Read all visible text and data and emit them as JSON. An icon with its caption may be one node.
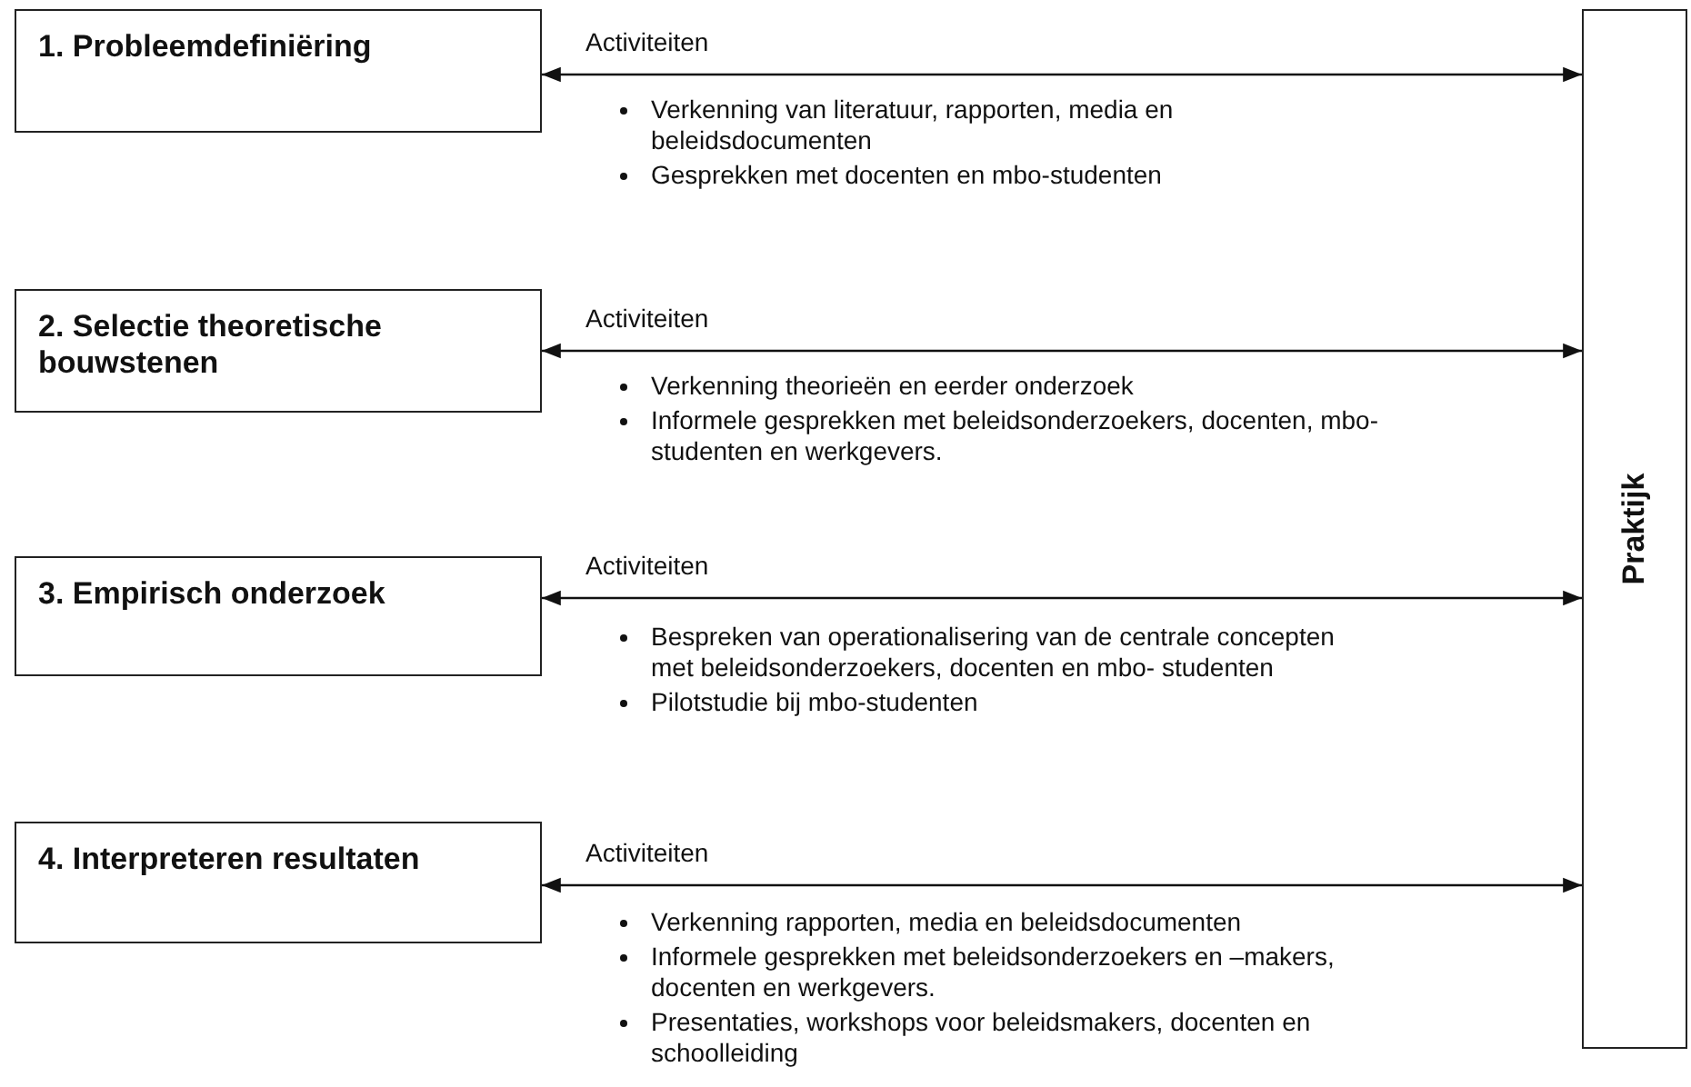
{
  "diagram": {
    "nodes": [
      {
        "text": [
          "1. Probleemdefiniëring"
        ]
      },
      {
        "text": [
          "2. Selectie theoretische bouwstenen"
        ]
      },
      {
        "text": [
          "3. Empirisch onderzoek"
        ]
      },
      {
        "text": [
          "4. Interpreteren resultaten"
        ]
      },
      {
        "text": [
          "Praktijk"
        ]
      }
    ],
    "edges": [
      {
        "from": 0,
        "to": 4,
        "arrow": "both",
        "label": "Activiteiten"
      },
      {
        "from": 1,
        "to": 4,
        "arrow": "both",
        "label": "Activiteiten"
      },
      {
        "from": 2,
        "to": 4,
        "arrow": "both",
        "label": "Activiteiten"
      },
      {
        "from": 3,
        "to": 4,
        "arrow": "both",
        "label": "Activiteiten"
      }
    ],
    "labels": [
      "Verkenning van literatuur, rapporten, media en beleidsdocumenten",
      "Gesprekken met docenten en mbo-studenten",
      "Verkenning theorieën en eerder onderzoek",
      "Informele gesprekken met beleidsonderzoekers, docenten, mbo- studenten en werkgevers.",
      "Bespreken van operationalisering van de centrale concepten met beleidsonderzoekers, docenten en mbo- studenten",
      "Pilotstudie bij mbo-studenten",
      "Verkenning rapporten, media en beleidsdocumenten",
      "Informele gesprekken met beleidsonderzoekers en –makers, docenten en werkgevers.",
      "Presentaties, workshops voor beleidsmakers, docenten en schoolleiding"
    ]
  }
}
